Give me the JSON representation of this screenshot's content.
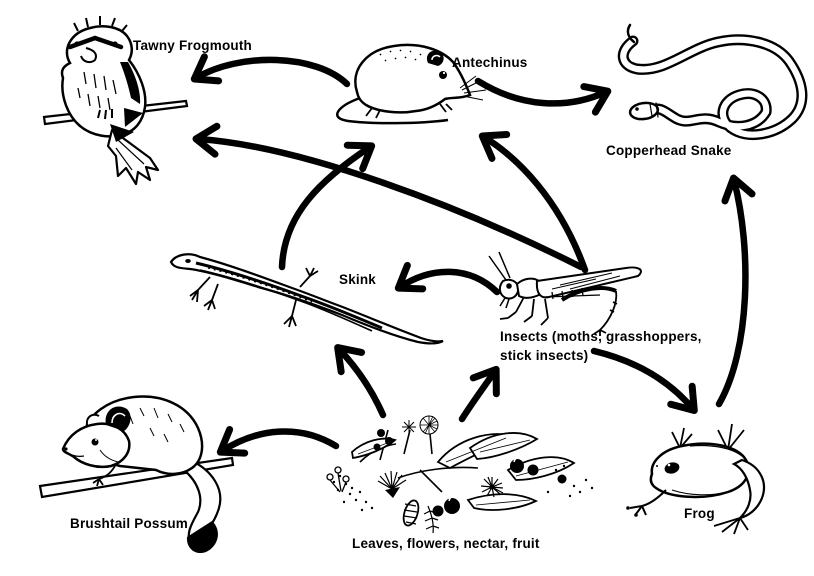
{
  "diagram": {
    "type": "food-web",
    "ink_color": "#000000",
    "background_color": "#ffffff"
  },
  "nodes": {
    "tawny_frogmouth": {
      "label": "Tawny Frogmouth"
    },
    "antechinus": {
      "label": "Antechinus"
    },
    "copperhead_snake": {
      "label": "Copperhead Snake"
    },
    "skink": {
      "label": "Skink"
    },
    "insects": {
      "label": "Insects (moths, grasshoppers, stick insects)",
      "lines": [
        "Insects (moths, grasshoppers,",
        "stick insects)"
      ]
    },
    "brushtail_possum": {
      "label": "Brushtail Possum"
    },
    "frog": {
      "label": "Frog"
    },
    "plants": {
      "label": "Leaves, flowers, nectar, fruit"
    }
  },
  "edges": [
    {
      "from": "antechinus",
      "to": "tawny_frogmouth"
    },
    {
      "from": "antechinus",
      "to": "copperhead_snake"
    },
    {
      "from": "insects",
      "to": "tawny_frogmouth"
    },
    {
      "from": "insects",
      "to": "antechinus"
    },
    {
      "from": "insects",
      "to": "skink"
    },
    {
      "from": "insects",
      "to": "frog"
    },
    {
      "from": "skink",
      "to": "antechinus"
    },
    {
      "from": "frog",
      "to": "copperhead_snake"
    },
    {
      "from": "plants",
      "to": "skink"
    },
    {
      "from": "plants",
      "to": "insects"
    },
    {
      "from": "plants",
      "to": "brushtail_possum"
    }
  ]
}
